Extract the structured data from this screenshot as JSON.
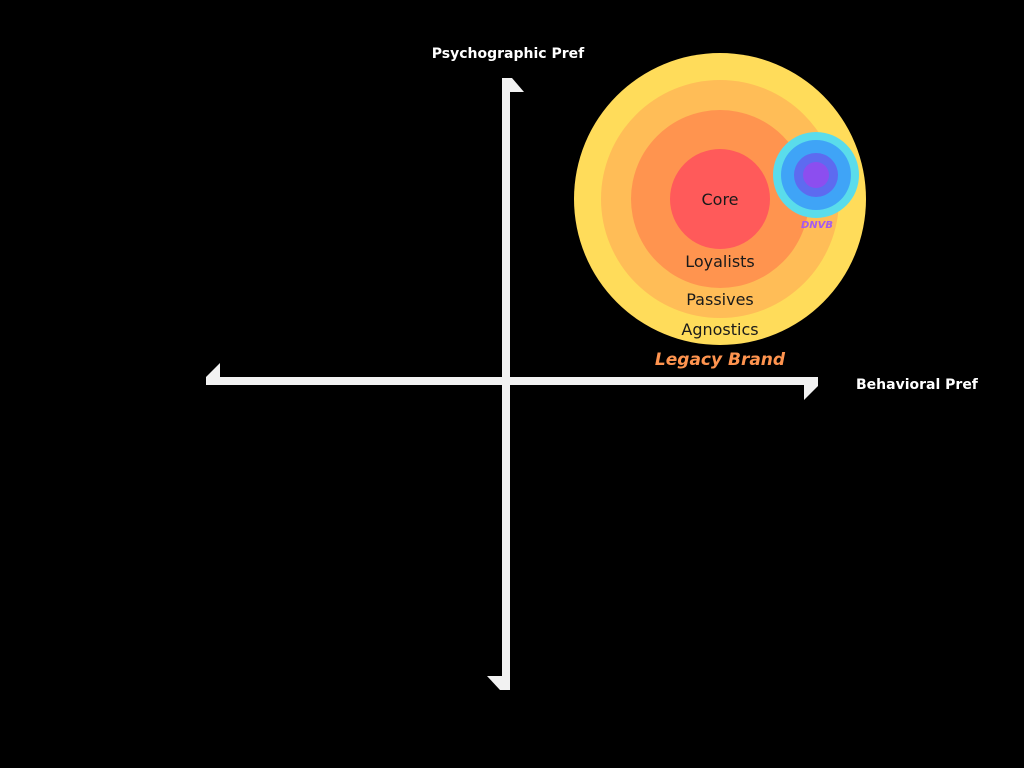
{
  "axes": {
    "y_label": "Psychographic Pref",
    "x_label": "Behavioral Pref"
  },
  "legacy": {
    "brand_label": "Legacy Brand",
    "rings": [
      {
        "key": "agnostics",
        "label": "Agnostics",
        "color": "#FFDC5A"
      },
      {
        "key": "passives",
        "label": "Passives",
        "color": "#FFBD57"
      },
      {
        "key": "loyalists",
        "label": "Loyalists",
        "color": "#FF944F"
      },
      {
        "key": "core",
        "label": "Core",
        "color": "#FF5A5A"
      }
    ]
  },
  "dnvb": {
    "label": "DNVB",
    "rings": [
      "#5ADCEB",
      "#3FA4F7",
      "#5D6BF0",
      "#8C4EEF"
    ]
  },
  "colors": {
    "background": "#000000",
    "axis": "#F2F2F2",
    "axis_text": "#FFFFFF",
    "ring_text": "#1A1A1A",
    "brand_text": "#FF944F",
    "dnvb_text": "#A55BF0"
  }
}
